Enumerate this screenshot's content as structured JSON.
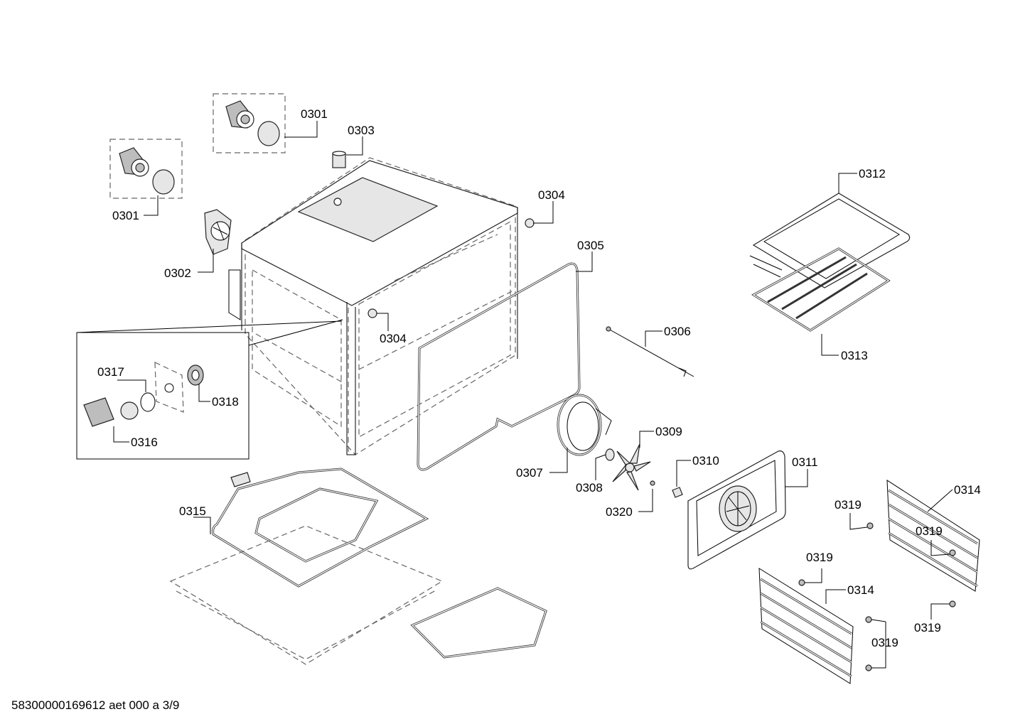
{
  "labels": {
    "p0301a": "0301",
    "p0301b": "0301",
    "p0302": "0302",
    "p0303": "0303",
    "p0304a": "0304",
    "p0304b": "0304",
    "p0305": "0305",
    "p0306": "0306",
    "p0307": "0307",
    "p0308": "0308",
    "p0309": "0309",
    "p0310": "0310",
    "p0311": "0311",
    "p0312": "0312",
    "p0313": "0313",
    "p0314a": "0314",
    "p0314b": "0314",
    "p0315": "0315",
    "p0316": "0316",
    "p0317": "0317",
    "p0318": "0318",
    "p0319a": "0319",
    "p0319b": "0319",
    "p0319c": "0319",
    "p0319d": "0319",
    "p0319e": "0319",
    "p0320": "0320"
  },
  "footer": "58300000169612 aet 000 a 3/9"
}
